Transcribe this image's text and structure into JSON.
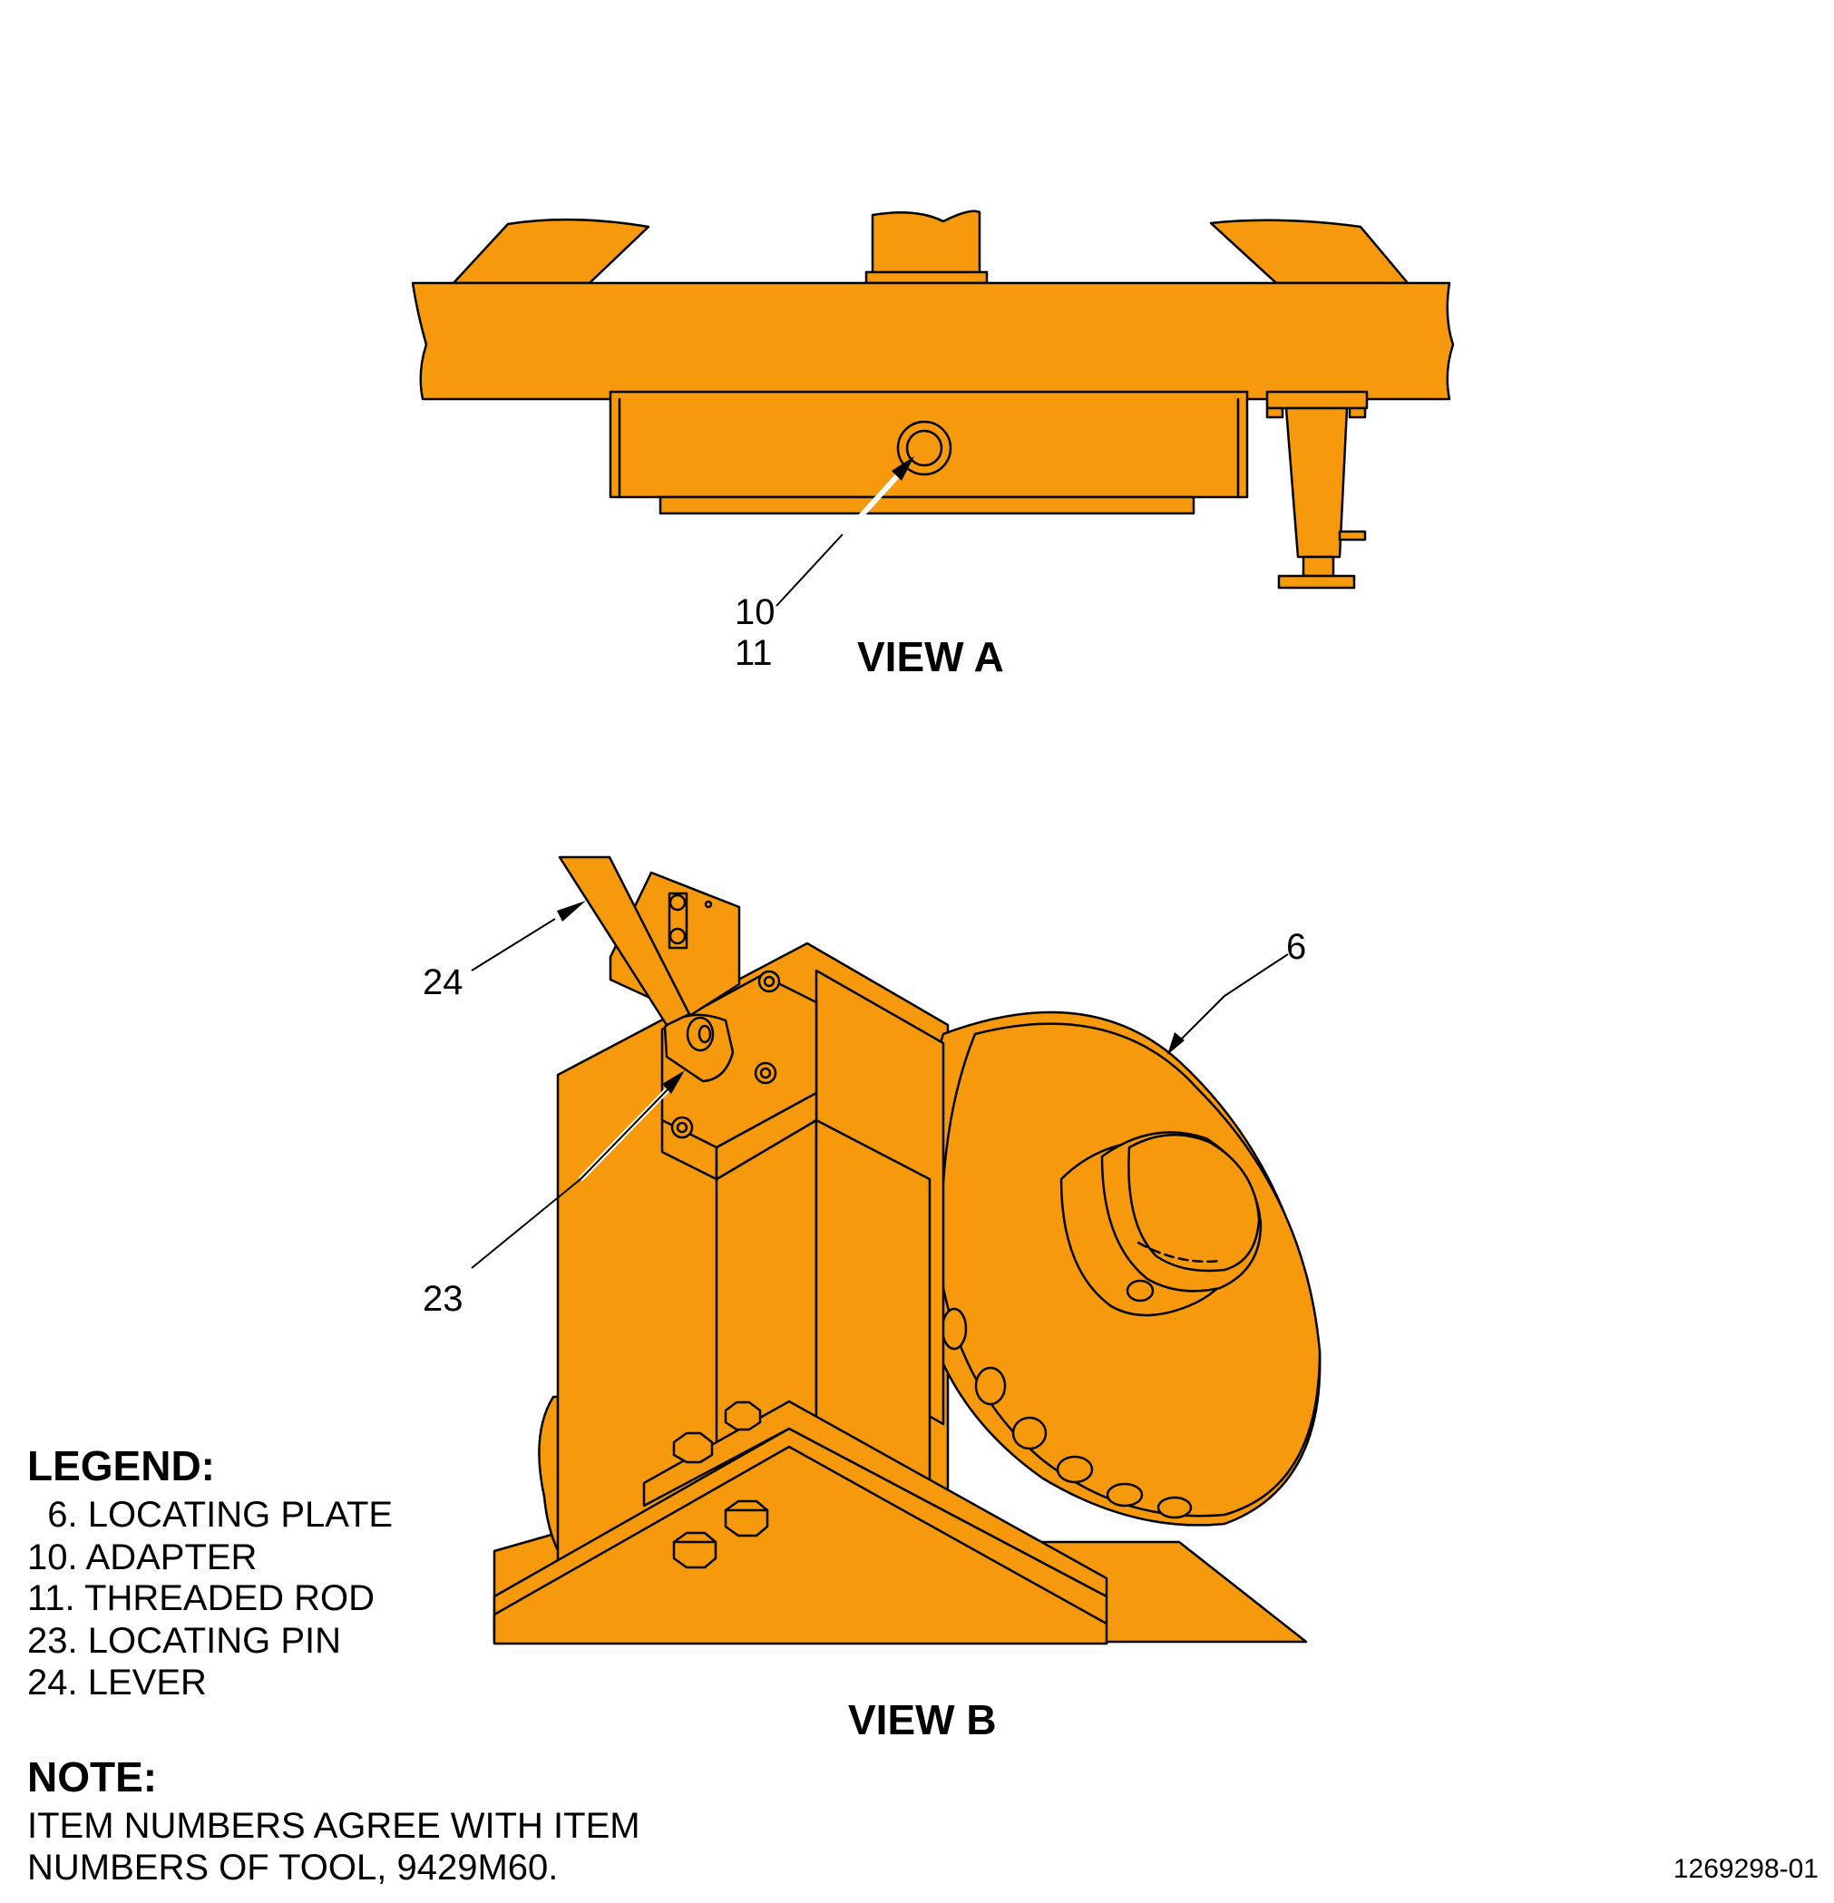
{
  "callouts": {
    "view_a_item_1": "10",
    "view_a_item_2": "11",
    "view_b_item_24": "24",
    "view_b_item_6": "6",
    "view_b_item_23": "23"
  },
  "views": {
    "a": "VIEW A",
    "b": "VIEW B"
  },
  "legend": {
    "title": "LEGEND:",
    "items": [
      "  6. LOCATING PLATE",
      "10. ADAPTER",
      "11. THREADED ROD",
      "23. LOCATING PIN",
      "24. LEVER"
    ]
  },
  "note": {
    "title": "NOTE:",
    "lines": [
      "ITEM NUMBERS AGREE WITH ITEM",
      "NUMBERS OF TOOL, 9429M60."
    ]
  },
  "figure_id": "1269298-01",
  "colors": {
    "part_fill": "#f7990c",
    "outline": "#000000"
  }
}
